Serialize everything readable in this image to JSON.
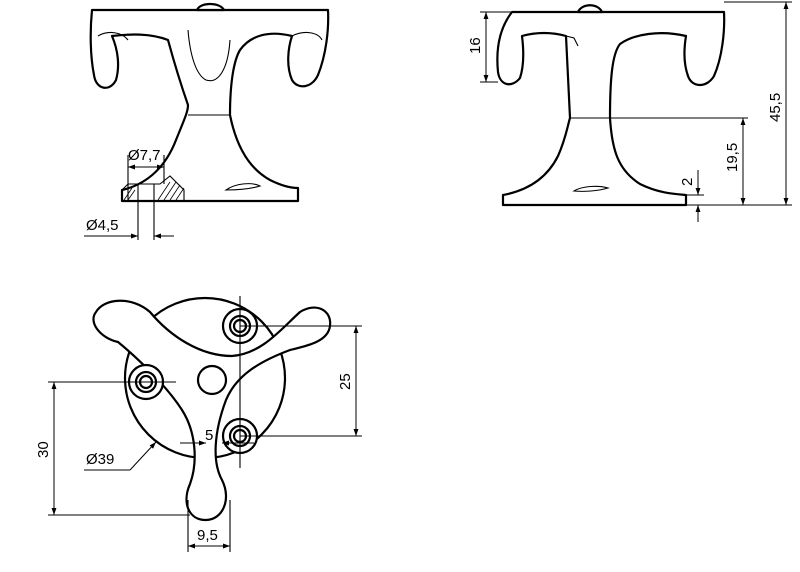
{
  "dimensions": {
    "hole_counterbore": "Ø7,7",
    "hole_diameter": "Ø4,5",
    "hook_height": "16",
    "total_height": "45,5",
    "base_to_collar": "19,5",
    "base_thickness": "2",
    "hole_spacing_vertical": "25",
    "arm_offset": "5",
    "base_diameter": "Ø39",
    "arm_reach": "30",
    "arm_width": "9,5"
  }
}
